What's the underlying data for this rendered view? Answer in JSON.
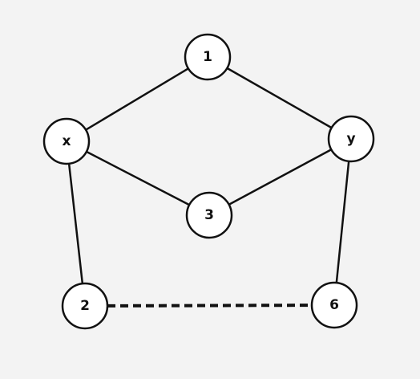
{
  "graph": {
    "background_color": "#f3f3f3",
    "line_color": "#111111",
    "node_fill": "#ffffff",
    "nodes": [
      {
        "id": "n1",
        "label": "1"
      },
      {
        "id": "nx",
        "label": "x"
      },
      {
        "id": "ny",
        "label": "y"
      },
      {
        "id": "n3",
        "label": "3"
      },
      {
        "id": "n2",
        "label": "2"
      },
      {
        "id": "n6",
        "label": "6"
      }
    ],
    "edges": [
      {
        "from": "nx",
        "to": "n1",
        "style": "solid"
      },
      {
        "from": "n1",
        "to": "ny",
        "style": "solid"
      },
      {
        "from": "nx",
        "to": "n3",
        "style": "solid"
      },
      {
        "from": "n3",
        "to": "ny",
        "style": "solid"
      },
      {
        "from": "nx",
        "to": "n2",
        "style": "solid"
      },
      {
        "from": "ny",
        "to": "n6",
        "style": "solid"
      },
      {
        "from": "n2",
        "to": "n6",
        "style": "dashed"
      }
    ]
  }
}
